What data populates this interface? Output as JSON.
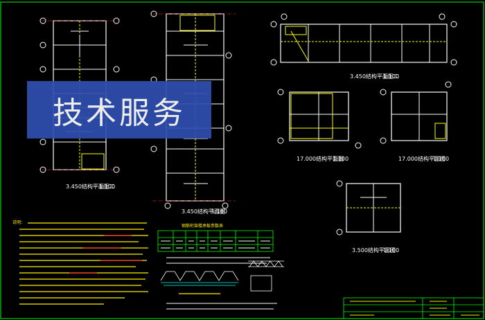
{
  "banner": {
    "text": "技术服务"
  },
  "labels": {
    "plan1": "3.450结构平面图二",
    "plan1_scale": "1:100",
    "plan2": "3.450结构平面图",
    "plan2_scale": "1:100",
    "plan3": "3.450结构平面图二",
    "plan3_scale": "1:100",
    "plan4": "17.000结构平面图",
    "plan4_scale": "1:100",
    "plan5": "17.000结构平面图",
    "plan5_scale": "1:100",
    "plan6": "3.500结构平面图",
    "plan6_scale": "1:100"
  },
  "notes": {
    "heading": "说明："
  },
  "table": {
    "title": "钢筋桁架楼承板参数表"
  },
  "colors": {
    "background": "#000000",
    "banner": "#2f4fb0",
    "border": "#00ff00"
  }
}
